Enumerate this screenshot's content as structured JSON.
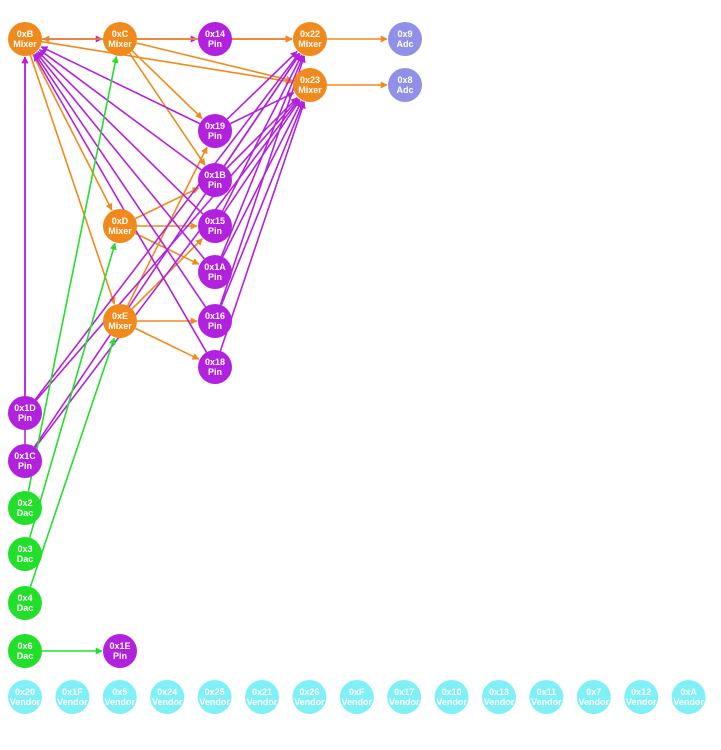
{
  "colors": {
    "mixer": "#f08a1c",
    "pin": "#b222de",
    "adc": "#9090e8",
    "dac": "#22e02a",
    "vendor": "#7ff0f5",
    "mixer_edge": "#f08a1c",
    "pin_edge": "#b222de",
    "dac_edge": "#22e02a"
  },
  "nodes": [
    {
      "id": "0xB",
      "type": "Mixer",
      "kind": "mixer"
    },
    {
      "id": "0xC",
      "type": "Mixer",
      "kind": "mixer"
    },
    {
      "id": "0x14",
      "type": "Pin",
      "kind": "pin"
    },
    {
      "id": "0x22",
      "type": "Mixer",
      "kind": "mixer"
    },
    {
      "id": "0x9",
      "type": "Adc",
      "kind": "adc"
    },
    {
      "id": "0x23",
      "type": "Mixer",
      "kind": "mixer"
    },
    {
      "id": "0x8",
      "type": "Adc",
      "kind": "adc"
    },
    {
      "id": "0x19",
      "type": "Pin",
      "kind": "pin"
    },
    {
      "id": "0x1B",
      "type": "Pin",
      "kind": "pin"
    },
    {
      "id": "0xD",
      "type": "Mixer",
      "kind": "mixer"
    },
    {
      "id": "0x15",
      "type": "Pin",
      "kind": "pin"
    },
    {
      "id": "0x1A",
      "type": "Pin",
      "kind": "pin"
    },
    {
      "id": "0xE",
      "type": "Mixer",
      "kind": "mixer"
    },
    {
      "id": "0x16",
      "type": "Pin",
      "kind": "pin"
    },
    {
      "id": "0x18",
      "type": "Pin",
      "kind": "pin"
    },
    {
      "id": "0x1D",
      "type": "Pin",
      "kind": "pin"
    },
    {
      "id": "0x1C",
      "type": "Pin",
      "kind": "pin"
    },
    {
      "id": "0x2",
      "type": "Dac",
      "kind": "dac"
    },
    {
      "id": "0x3",
      "type": "Dac",
      "kind": "dac"
    },
    {
      "id": "0x4",
      "type": "Dac",
      "kind": "dac"
    },
    {
      "id": "0x6",
      "type": "Dac",
      "kind": "dac"
    },
    {
      "id": "0x1E",
      "type": "Pin",
      "kind": "pin"
    },
    {
      "id": "0x20",
      "type": "Vendor",
      "kind": "vendor"
    },
    {
      "id": "0x1F",
      "type": "Vendor",
      "kind": "vendor"
    },
    {
      "id": "0x5",
      "type": "Vendor",
      "kind": "vendor"
    },
    {
      "id": "0x24",
      "type": "Vendor",
      "kind": "vendor"
    },
    {
      "id": "0x25",
      "type": "Vendor",
      "kind": "vendor"
    },
    {
      "id": "0x21",
      "type": "Vendor",
      "kind": "vendor"
    },
    {
      "id": "0x26",
      "type": "Vendor",
      "kind": "vendor"
    },
    {
      "id": "0xF",
      "type": "Vendor",
      "kind": "vendor"
    },
    {
      "id": "0x17",
      "type": "Vendor",
      "kind": "vendor"
    },
    {
      "id": "0x10",
      "type": "Vendor",
      "kind": "vendor"
    },
    {
      "id": "0x13",
      "type": "Vendor",
      "kind": "vendor"
    },
    {
      "id": "0x11",
      "type": "Vendor",
      "kind": "vendor"
    },
    {
      "id": "0x7",
      "type": "Vendor",
      "kind": "vendor"
    },
    {
      "id": "0x12",
      "type": "Vendor",
      "kind": "vendor"
    },
    {
      "id": "0xA",
      "type": "Vendor",
      "kind": "vendor"
    }
  ],
  "edges": [
    {
      "from": "0xC",
      "to": "0xB",
      "kind": "mixer_edge"
    },
    {
      "from": "0xB",
      "to": "0xC",
      "kind": "pin_edge"
    },
    {
      "from": "0xC",
      "to": "0x14",
      "kind": "pin_edge"
    },
    {
      "from": "0x14",
      "to": "0x22",
      "kind": "pin_edge"
    },
    {
      "from": "0x22",
      "to": "0x9",
      "kind": "mixer_edge"
    },
    {
      "from": "0x23",
      "to": "0x8",
      "kind": "mixer_edge"
    },
    {
      "from": "0xB",
      "to": "0x22",
      "kind": "mixer_edge"
    },
    {
      "from": "0xB",
      "to": "0x23",
      "kind": "mixer_edge"
    },
    {
      "from": "0xC",
      "to": "0x22",
      "kind": "mixer_edge"
    },
    {
      "from": "0xC",
      "to": "0x23",
      "kind": "mixer_edge"
    },
    {
      "from": "0xC",
      "to": "0x19",
      "kind": "mixer_edge"
    },
    {
      "from": "0xC",
      "to": "0x1B",
      "kind": "mixer_edge"
    },
    {
      "from": "0xB",
      "to": "0xD",
      "kind": "mixer_edge"
    },
    {
      "from": "0xB",
      "to": "0xE",
      "kind": "mixer_edge"
    },
    {
      "from": "0xD",
      "to": "0x15",
      "kind": "mixer_edge"
    },
    {
      "from": "0xD",
      "to": "0x1A",
      "kind": "mixer_edge"
    },
    {
      "from": "0xD",
      "to": "0x1B",
      "kind": "mixer_edge"
    },
    {
      "from": "0xE",
      "to": "0x16",
      "kind": "mixer_edge"
    },
    {
      "from": "0xE",
      "to": "0x18",
      "kind": "mixer_edge"
    },
    {
      "from": "0xE",
      "to": "0x19",
      "kind": "mixer_edge"
    },
    {
      "from": "0xE",
      "to": "0x15",
      "kind": "mixer_edge"
    },
    {
      "from": "0x19",
      "to": "0xB",
      "kind": "pin_edge"
    },
    {
      "from": "0x1B",
      "to": "0xB",
      "kind": "pin_edge"
    },
    {
      "from": "0x15",
      "to": "0xB",
      "kind": "pin_edge"
    },
    {
      "from": "0x1A",
      "to": "0xB",
      "kind": "pin_edge"
    },
    {
      "from": "0x16",
      "to": "0xB",
      "kind": "pin_edge"
    },
    {
      "from": "0x18",
      "to": "0xB",
      "kind": "pin_edge"
    },
    {
      "from": "0x1D",
      "to": "0xB",
      "kind": "pin_edge"
    },
    {
      "from": "0x1C",
      "to": "0xB",
      "kind": "pin_edge"
    },
    {
      "from": "0x19",
      "to": "0x22",
      "kind": "pin_edge"
    },
    {
      "from": "0x19",
      "to": "0x23",
      "kind": "pin_edge"
    },
    {
      "from": "0x1B",
      "to": "0x22",
      "kind": "pin_edge"
    },
    {
      "from": "0x1B",
      "to": "0x23",
      "kind": "pin_edge"
    },
    {
      "from": "0x15",
      "to": "0x22",
      "kind": "pin_edge"
    },
    {
      "from": "0x15",
      "to": "0x23",
      "kind": "pin_edge"
    },
    {
      "from": "0x1A",
      "to": "0x22",
      "kind": "pin_edge"
    },
    {
      "from": "0x1A",
      "to": "0x23",
      "kind": "pin_edge"
    },
    {
      "from": "0x16",
      "to": "0x22",
      "kind": "pin_edge"
    },
    {
      "from": "0x16",
      "to": "0x23",
      "kind": "pin_edge"
    },
    {
      "from": "0x18",
      "to": "0x23",
      "kind": "pin_edge"
    },
    {
      "from": "0x1D",
      "to": "0x22",
      "kind": "pin_edge"
    },
    {
      "from": "0x1D",
      "to": "0x23",
      "kind": "pin_edge"
    },
    {
      "from": "0x1C",
      "to": "0x22",
      "kind": "pin_edge"
    },
    {
      "from": "0x1C",
      "to": "0x23",
      "kind": "pin_edge"
    },
    {
      "from": "0x2",
      "to": "0xC",
      "kind": "dac_edge"
    },
    {
      "from": "0x3",
      "to": "0xD",
      "kind": "dac_edge"
    },
    {
      "from": "0x4",
      "to": "0xE",
      "kind": "dac_edge"
    },
    {
      "from": "0x6",
      "to": "0x1E",
      "kind": "dac_edge"
    }
  ]
}
